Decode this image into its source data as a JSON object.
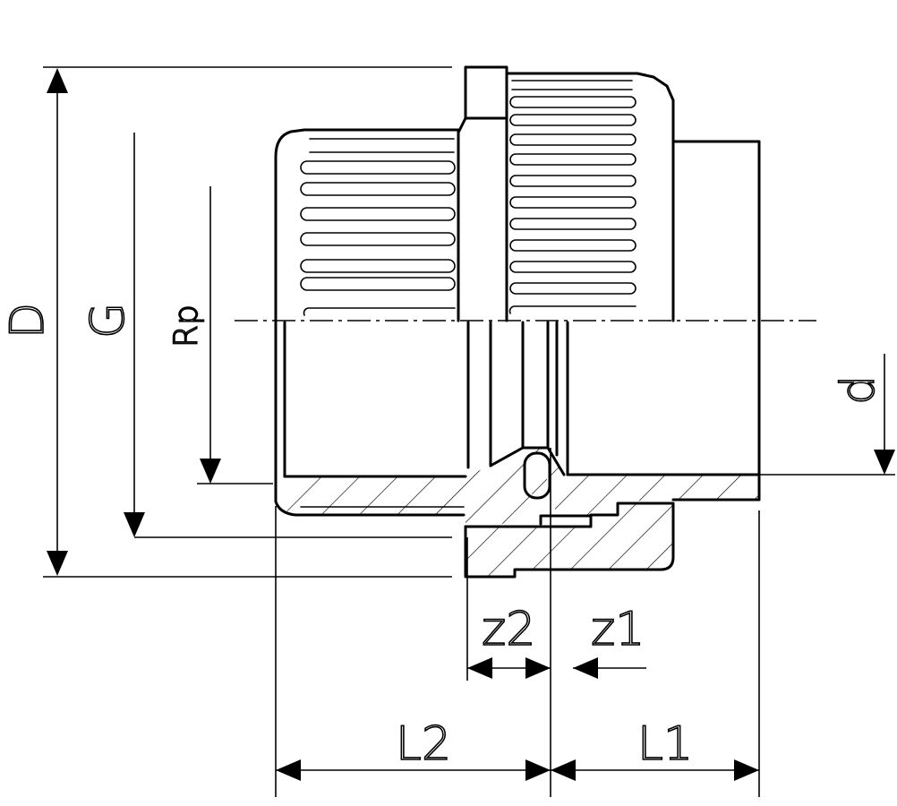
{
  "labels": {
    "D": "D",
    "G": "G",
    "Rp": "Rp",
    "d": "d",
    "z2": "z2",
    "z1": "z1",
    "L2": "L2",
    "L1": "L1"
  },
  "colors": {
    "line": "#000000",
    "background": "#ffffff"
  }
}
